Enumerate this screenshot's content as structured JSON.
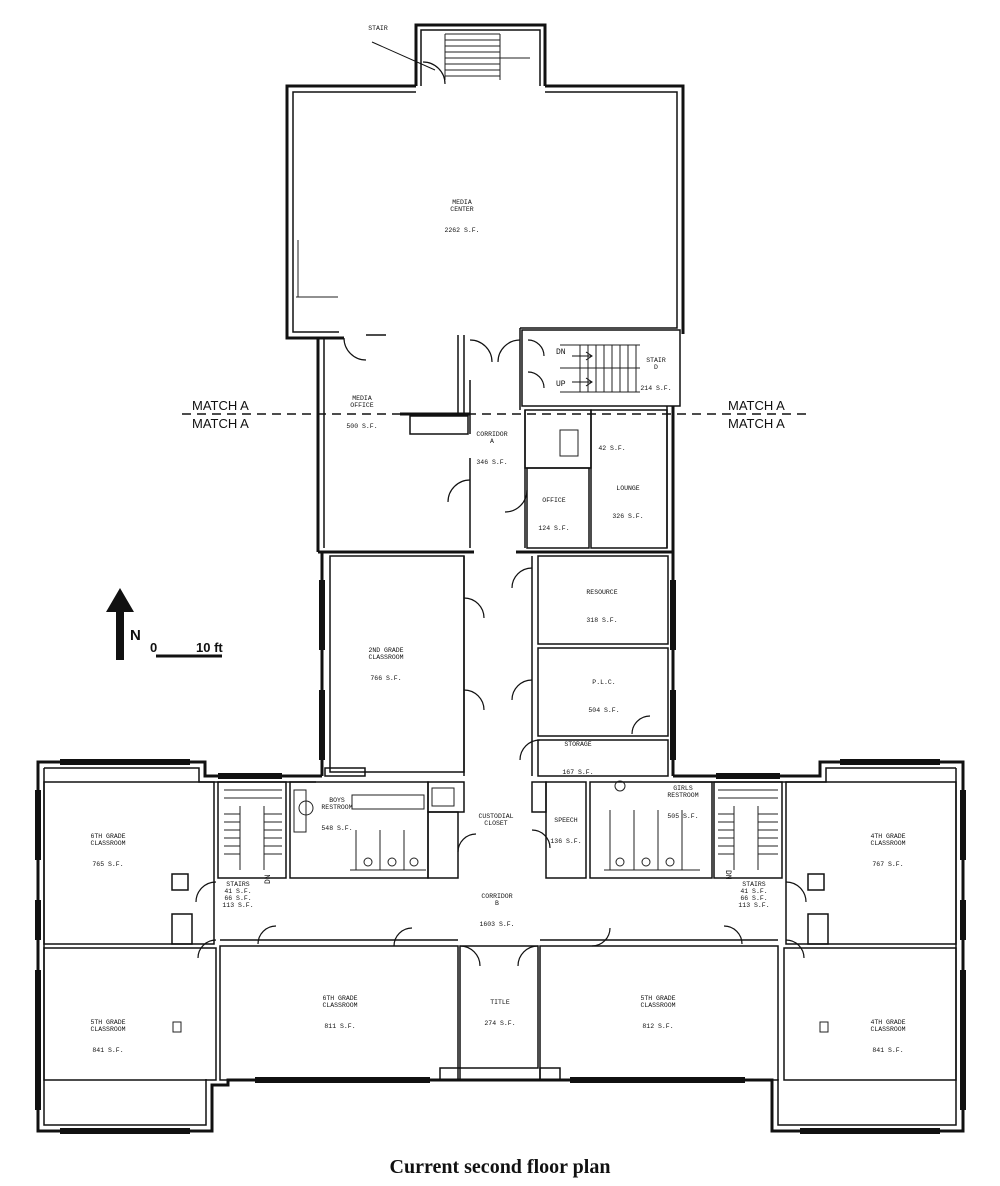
{
  "caption": "Current second floor plan",
  "match_lines": {
    "left_top": "MATCH A",
    "left_bottom": "MATCH A",
    "right_top": "MATCH A",
    "right_bottom": "MATCH A"
  },
  "north": {
    "label": "N",
    "scale_start": "0",
    "scale_end": "10 ft"
  },
  "rooms": [
    {
      "id": "stair-top",
      "lines": [
        "STAIR",
        "",
        "",
        ""
      ]
    },
    {
      "id": "media-center",
      "lines": [
        "MEDIA",
        "CENTER",
        "",
        "",
        "2262 S.F."
      ]
    },
    {
      "id": "stair-d",
      "lines": [
        "STAIR",
        "D",
        "",
        "",
        "214 S.F."
      ]
    },
    {
      "id": "media-office",
      "lines": [
        "MEDIA",
        "OFFICE",
        "",
        "",
        "500 S.F."
      ]
    },
    {
      "id": "corridor-a",
      "lines": [
        "CORRIDOR",
        "A",
        "",
        "",
        "346 S.F."
      ]
    },
    {
      "id": "restroom",
      "lines": [
        "",
        "",
        "",
        "",
        "42 S.F."
      ]
    },
    {
      "id": "office",
      "lines": [
        "OFFICE",
        "",
        "",
        "",
        "124 S.F."
      ]
    },
    {
      "id": "lounge",
      "lines": [
        "LOUNGE",
        "",
        "",
        "",
        "326 S.F."
      ]
    },
    {
      "id": "resource",
      "lines": [
        "RESOURCE",
        "",
        "",
        "",
        "318 S.F."
      ]
    },
    {
      "id": "2nd-grade",
      "lines": [
        "2ND GRADE",
        "CLASSROOM",
        "",
        "",
        "766 S.F."
      ]
    },
    {
      "id": "plc",
      "lines": [
        "P.L.C.",
        "",
        "",
        "",
        "504 S.F."
      ]
    },
    {
      "id": "storage",
      "lines": [
        "STORAGE",
        "",
        "",
        "",
        "167 S.F."
      ]
    },
    {
      "id": "boys",
      "lines": [
        "BOYS",
        "RESTROOM",
        "",
        "",
        "548 S.F."
      ]
    },
    {
      "id": "custodial",
      "lines": [
        "CUSTODIAL",
        "CLOSET",
        "",
        ""
      ]
    },
    {
      "id": "speech",
      "lines": [
        "SPEECH",
        "",
        "",
        "136 S.F."
      ]
    },
    {
      "id": "girls",
      "lines": [
        "GIRLS",
        "RESTROOM",
        "",
        "",
        "505 S.F."
      ]
    },
    {
      "id": "6th-grade-nw",
      "lines": [
        "6TH GRADE",
        "CLASSROOM",
        "",
        "",
        "765 S.F."
      ]
    },
    {
      "id": "stairs-w",
      "lines": [
        "STAIRS",
        "41 S.F.",
        "66 S.F.",
        "113 S.F."
      ]
    },
    {
      "id": "corridor-b",
      "lines": [
        "CORRIDOR",
        "B",
        "",
        "",
        "1603 S.F."
      ]
    },
    {
      "id": "stairs-e",
      "lines": [
        "STAIRS",
        "41 S.F.",
        "66 S.F.",
        "113 S.F."
      ]
    },
    {
      "id": "4th-grade-ne",
      "lines": [
        "4TH GRADE",
        "CLASSROOM",
        "",
        "",
        "767 S.F."
      ]
    },
    {
      "id": "5th-grade-sw",
      "lines": [
        "5TH GRADE",
        "CLASSROOM",
        "",
        "",
        "841 S.F."
      ]
    },
    {
      "id": "6th-grade-s",
      "lines": [
        "6TH GRADE",
        "CLASSROOM",
        "",
        "",
        "811 S.F."
      ]
    },
    {
      "id": "title",
      "lines": [
        "TITLE",
        "",
        "",
        "274 S.F."
      ]
    },
    {
      "id": "5th-grade-s",
      "lines": [
        "5TH GRADE",
        "CLASSROOM",
        "",
        "",
        "812 S.F."
      ]
    },
    {
      "id": "4th-grade-se",
      "lines": [
        "4TH GRADE",
        "CLASSROOM",
        "",
        "",
        "841 S.F."
      ]
    }
  ],
  "stair_labels": {
    "dn": "DN",
    "up": "UP"
  }
}
